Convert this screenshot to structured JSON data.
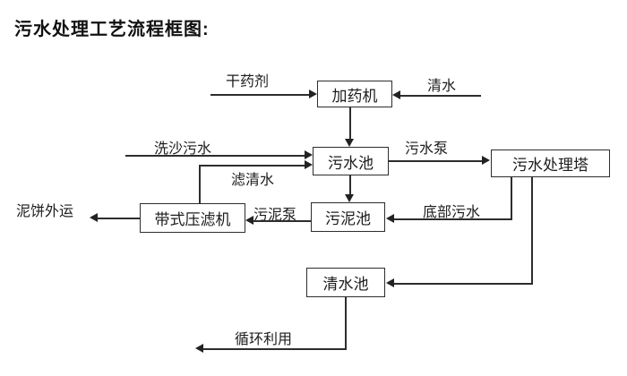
{
  "title": "污水处理工艺流程框图:",
  "nodes": {
    "dosing_machine": "加药机",
    "sewage_pool": "污水池",
    "treatment_tower": "污水处理塔",
    "sludge_pool": "污泥池",
    "belt_filter_press": "带式压滤机",
    "clean_water_pool": "清水池"
  },
  "flow_labels": {
    "dry_agent": "干药剂",
    "clean_water": "清水",
    "sand_washing_sewage": "洗沙污水",
    "sewage_pump": "污水泵",
    "filtered_water": "滤清水",
    "sludge_pump": "污泥泵",
    "bottom_sewage": "底部污水",
    "mud_cake_out": "泥饼外运",
    "recycle_use": "循环利用"
  },
  "edges": [
    {
      "from": "干药剂",
      "to": "加药机"
    },
    {
      "from": "清水",
      "to": "加药机"
    },
    {
      "from": "加药机",
      "to": "污水池"
    },
    {
      "from": "洗沙污水",
      "to": "污水池"
    },
    {
      "from": "带式压滤机",
      "to": "污水池",
      "label": "滤清水"
    },
    {
      "from": "污水池",
      "to": "污水处理塔",
      "label": "污水泵"
    },
    {
      "from": "污水池",
      "to": "污泥池"
    },
    {
      "from": "污水处理塔",
      "to": "污泥池",
      "label": "底部污水"
    },
    {
      "from": "污水处理塔",
      "to": "清水池"
    },
    {
      "from": "污泥池",
      "to": "带式压滤机",
      "label": "污泥泵"
    },
    {
      "from": "带式压滤机",
      "to": "泥饼外运"
    },
    {
      "from": "清水池",
      "to": "循环利用"
    }
  ],
  "colors": {
    "background": "#ffffff",
    "line": "#2d2d2d",
    "text": "#1c1c1c"
  }
}
